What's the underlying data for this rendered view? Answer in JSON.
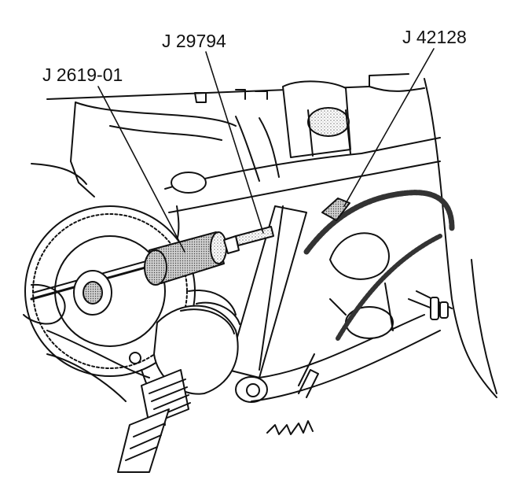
{
  "callouts": [
    {
      "label": "J 2619-01"
    },
    {
      "label": "J 29794"
    },
    {
      "label": "J 42128"
    }
  ],
  "colors": {
    "line": "#111111",
    "shade": "#888888",
    "background": "#ffffff"
  }
}
